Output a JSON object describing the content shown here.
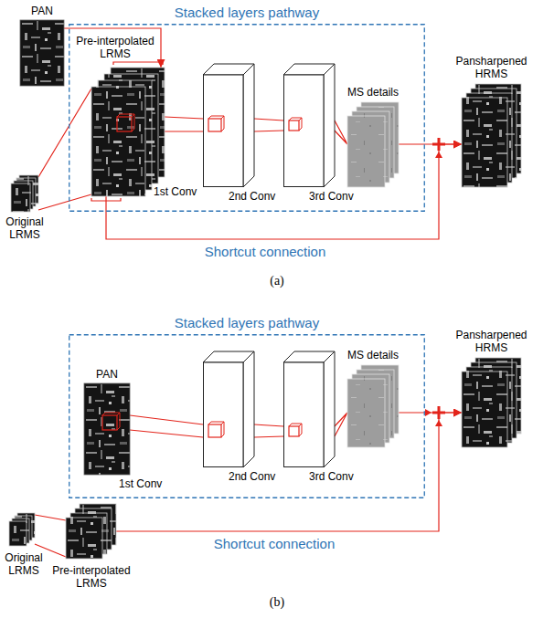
{
  "diagram": {
    "nodes": [
      {
        "text": [
          "PAN"
        ]
      },
      {
        "text": [
          "Stacked layers pathway"
        ]
      },
      {
        "text": [
          "Pre-interpolated LRMS",
          "1st Conv"
        ],
        "in": 1
      },
      {
        "text": [
          "2nd Conv"
        ],
        "in": 1
      },
      {
        "text": [
          "3rd Conv"
        ],
        "in": 1
      },
      {
        "text": [
          "MS details"
        ],
        "in": 1
      },
      {
        "text": [
          "Pansharpened HRMS"
        ]
      },
      {
        "text": [
          "Original LRMS"
        ]
      },
      {
        "text": [
          "Stacked layers pathway"
        ]
      },
      {
        "text": [
          "PAN",
          "1st Conv"
        ],
        "in": 8
      },
      {
        "text": [
          "2nd Conv"
        ],
        "in": 8
      },
      {
        "text": [
          "3rd Conv"
        ],
        "in": 8
      },
      {
        "text": [
          "MS details"
        ],
        "in": 8
      },
      {
        "text": [
          "Pansharpened HRMS"
        ]
      },
      {
        "text": [
          "Original LRMS"
        ]
      },
      {
        "text": [
          "Pre-interpolated LRMS"
        ]
      }
    ],
    "edges": [
      {
        "from": 0,
        "to": 2,
        "arrow": "to"
      },
      {
        "from": 7,
        "to": 2,
        "arrow": "none"
      },
      {
        "from": 2,
        "to": 3,
        "arrow": "none"
      },
      {
        "from": 3,
        "to": 4,
        "arrow": "none"
      },
      {
        "from": 4,
        "to": 5,
        "arrow": "none"
      },
      {
        "from": 5,
        "to": 6,
        "arrow": "to"
      },
      {
        "from": 2,
        "to": 6,
        "arrow": "to",
        "label": "Shortcut connection"
      },
      {
        "from": 9,
        "to": 10,
        "arrow": "none"
      },
      {
        "from": 10,
        "to": 11,
        "arrow": "none"
      },
      {
        "from": 11,
        "to": 12,
        "arrow": "none"
      },
      {
        "from": 12,
        "to": 13,
        "arrow": "to"
      },
      {
        "from": 14,
        "to": 15,
        "arrow": "none"
      },
      {
        "from": 15,
        "to": 13,
        "arrow": "to",
        "label": "Shortcut connection"
      }
    ],
    "labels": [
      "(a)",
      "(b)"
    ]
  }
}
